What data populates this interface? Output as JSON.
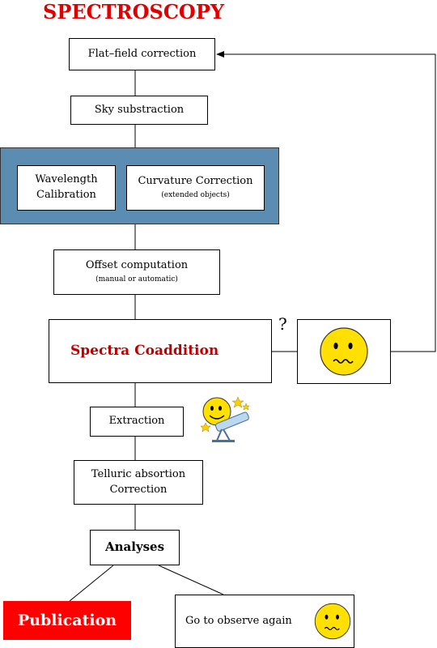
{
  "title": "SPECTROSCOPY",
  "steps": {
    "flat_field": "Flat–field correction",
    "sky": "Sky substraction",
    "wavelength_line1": "Wavelength",
    "wavelength_line2": "Calibration",
    "curvature_main": "Curvature Correction",
    "curvature_note": "(extended objects)",
    "offset_main": "Offset computation",
    "offset_note": "(manual or automatic)",
    "coaddition": "Spectra Coaddition",
    "question": "?",
    "extraction": "Extraction",
    "telluric_line1": "Telluric absortion",
    "telluric_line2": "Correction",
    "analyses": "Analyses",
    "publication": "Publication",
    "observe_again": "Go to observe again"
  },
  "icons": {
    "worried_face": "worried-face-icon",
    "telescope_smiley": "smiley-telescope-icon"
  },
  "colors": {
    "title": "#e00000",
    "panel": "#5b8db3",
    "coaddition_text": "#c00000",
    "publication_bg": "#ff0000",
    "smiley": "#ffe000"
  }
}
